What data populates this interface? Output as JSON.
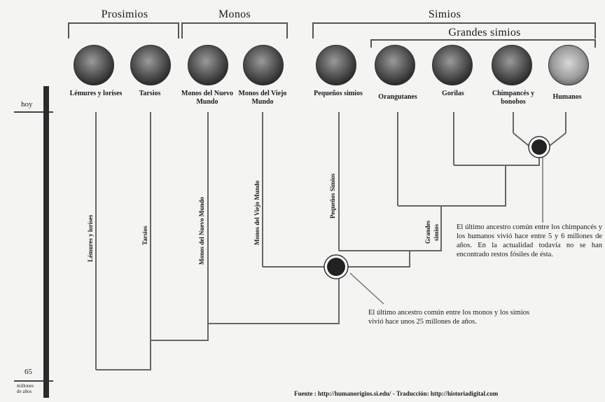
{
  "groups": {
    "prosimios": "Prosimios",
    "monos": "Monos",
    "simios": "Simios",
    "grandes_simios": "Grandes simios"
  },
  "species": [
    {
      "label": "Lémures y loríses",
      "icon": "lemur-photo"
    },
    {
      "label": "Tarsios",
      "icon": "tarsier-photo"
    },
    {
      "label": "Monos del Nuevo Mundo",
      "icon": "new-world-monkey-photo"
    },
    {
      "label": "Monos del Viejo Mundo",
      "icon": "old-world-monkey-photo"
    },
    {
      "label": "Pequeños simios",
      "icon": "gibbon-photo"
    },
    {
      "label": "Orangutanes",
      "icon": "orangutan-photo"
    },
    {
      "label": "Gorilas",
      "icon": "gorilla-photo"
    },
    {
      "label": "Chimpancés y bonobos",
      "icon": "chimpanzee-photo"
    },
    {
      "label": "Humanos",
      "icon": "humans-photo"
    }
  ],
  "branch_labels": {
    "lemures": "Lémures y loríses",
    "tarsios": "Tarsios",
    "nuevo_mundo": "Monos del Nuevo Mundo",
    "viejo_mundo": "Monos del Viejo Mundo",
    "pequenos": "Pequeños Simios",
    "grandes_1": "Grandes",
    "grandes_2": "simios"
  },
  "timeline": {
    "top": "hoy",
    "bottom": "65",
    "bottom_unit_1": "millones",
    "bottom_unit_2": "de años"
  },
  "notes": {
    "chimp_human": "El último ancestro común entre los chimpancés y los humanos vivió hace entre 5 y 6 millones de años. En la actualidad todavía no se han encontrado restos fósiles de ésta.",
    "monkey_ape": "El último ancestro común entre los monos y los simios vivió hace unos 25 millones de años."
  },
  "source": "Fuente : http://humanorigins.si.edu/ - Traducción: http://historiadigital.com"
}
